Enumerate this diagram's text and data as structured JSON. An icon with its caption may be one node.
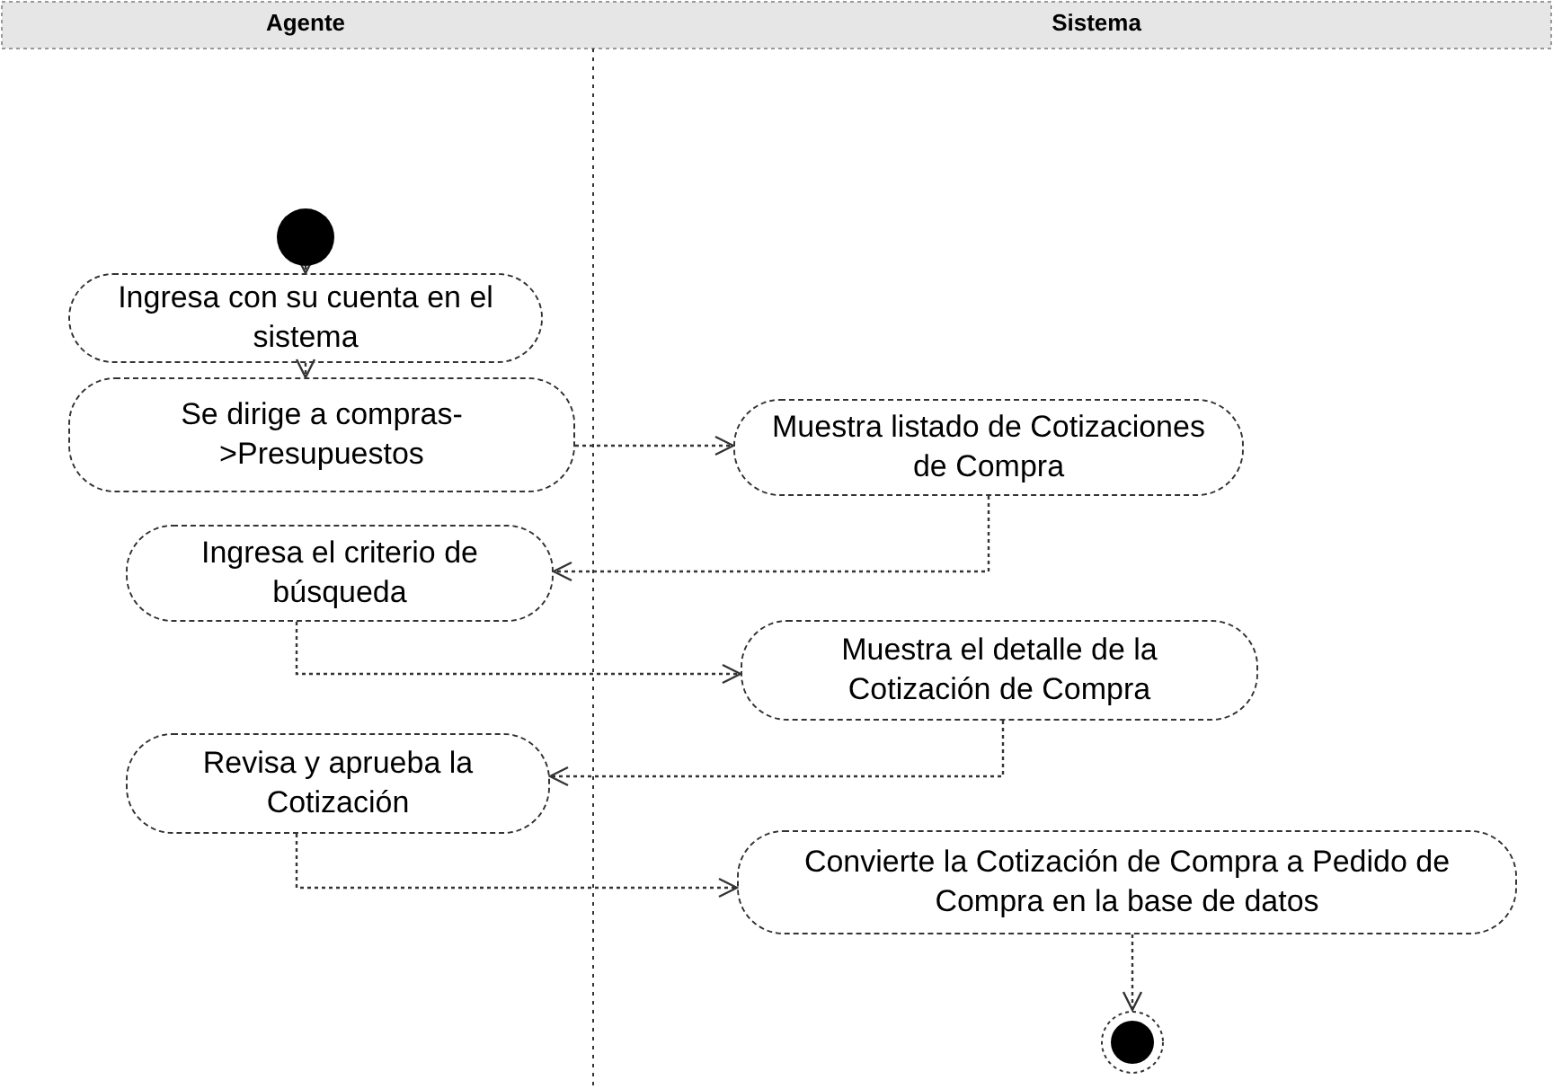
{
  "diagram": {
    "nodes": [
      {
        "text": [],
        "shape": "circle"
      },
      {
        "text": [
          "Ingresa con su cuenta en el sistema"
        ]
      },
      {
        "text": [
          "Se dirige a compras- >Presupuestos"
        ]
      },
      {
        "text": [
          "Muestra listado de Cotizaciones de Compra"
        ]
      },
      {
        "text": [
          "Ingresa el criterio de búsqueda"
        ]
      },
      {
        "text": [
          "Muestra el detalle de la Cotización de Compra"
        ]
      },
      {
        "text": [
          "Revisa y aprueba la Cotización"
        ]
      },
      {
        "text": [
          "Convierte la Cotización de Compra a Pedido de Compra en la base de datos"
        ]
      },
      {
        "text": [],
        "shape": "circle"
      }
    ],
    "edges": [
      {
        "from": 0,
        "to": 1,
        "arrow": "to"
      },
      {
        "from": 1,
        "to": 2,
        "arrow": "to"
      },
      {
        "from": 2,
        "to": 3,
        "arrow": "to"
      },
      {
        "from": 3,
        "to": 4,
        "arrow": "to"
      },
      {
        "from": 4,
        "to": 5,
        "arrow": "to"
      },
      {
        "from": 5,
        "to": 6,
        "arrow": "to"
      },
      {
        "from": 6,
        "to": 7,
        "arrow": "to"
      },
      {
        "from": 7,
        "to": 8,
        "arrow": "to"
      }
    ],
    "labels": [
      "Agente",
      "Sistema"
    ]
  }
}
